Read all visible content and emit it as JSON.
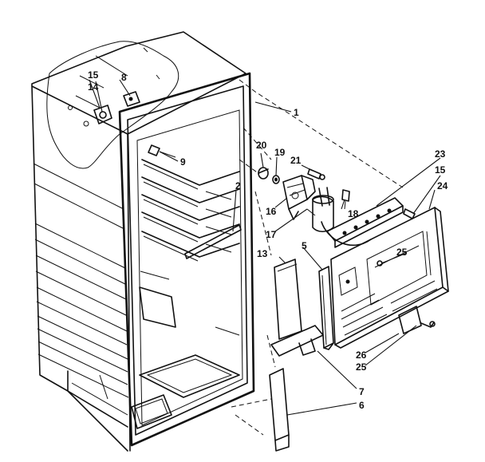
{
  "callouts": {
    "c1": "1",
    "c2": "2",
    "c5": "5",
    "c6": "6",
    "c7": "7",
    "c8": "8",
    "c9": "9",
    "c13": "13",
    "c14": "14",
    "c15a": "15",
    "c15b": "15",
    "c16": "16",
    "c17": "17",
    "c18": "18",
    "c19": "19",
    "c20": "20",
    "c21": "21",
    "c23": "23",
    "c24": "24",
    "c25a": "25",
    "c25b": "25",
    "c26": "26"
  }
}
